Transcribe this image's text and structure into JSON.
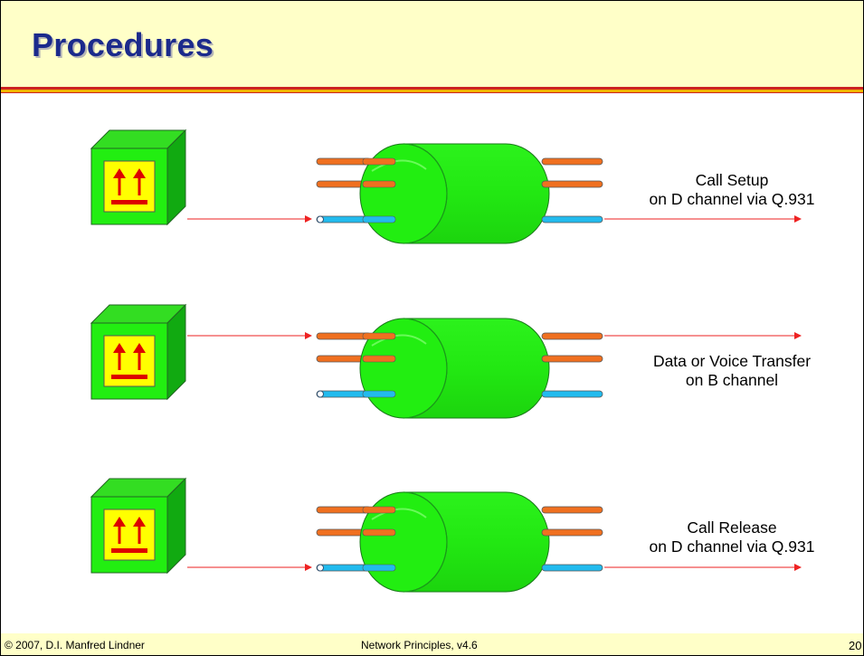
{
  "slide": {
    "title": "Procedures"
  },
  "steps": [
    {
      "line1": "Call Setup",
      "line2": "on D channel via Q.931"
    },
    {
      "line1": "Data or Voice Transfer",
      "line2": "on B channel"
    },
    {
      "line1": "Call Release",
      "line2": "on D channel via Q.931"
    }
  ],
  "footer": {
    "copyright": "© 2007, D.I. Manfred Lindner",
    "course": "Network Principles, v4.6",
    "page": "20"
  },
  "icons": {
    "terminal": "isdn-terminal-icon",
    "cable": "cable-bundle-icon"
  },
  "colors": {
    "title": "#1b2a8c",
    "header_bg": "#ffffc8",
    "cable_green": "#22ee11",
    "b_channel": "#f07020",
    "d_channel": "#22bbee",
    "arrow": "#ee2222",
    "terminal_face": "#ffff00",
    "terminal_symbol": "#dd0000"
  }
}
